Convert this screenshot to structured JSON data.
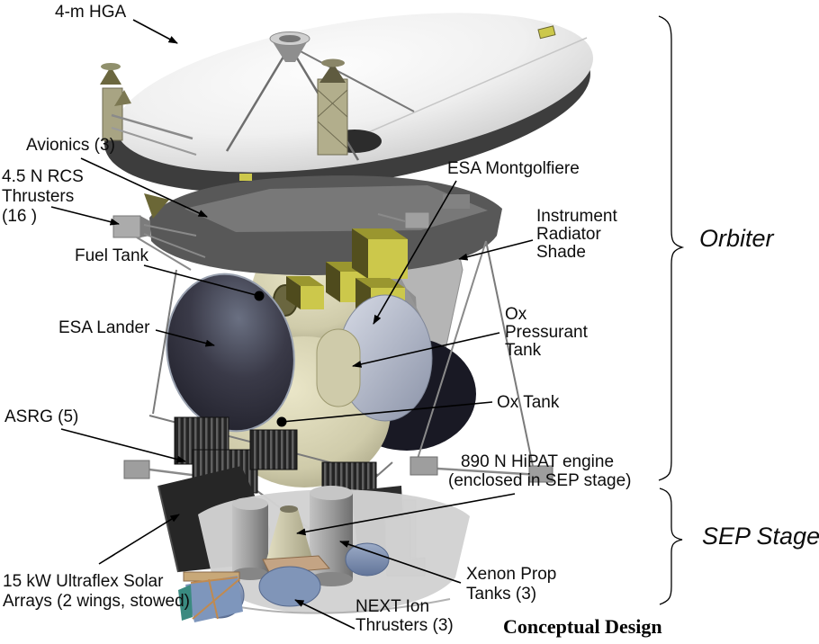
{
  "diagram": {
    "caption": "Conceptual Design",
    "groups": {
      "orbiter": "Orbiter",
      "sep_stage": "SEP Stage"
    },
    "labels": {
      "hga": "4-m HGA",
      "avionics": "Avionics (3)",
      "rcs": {
        "l1": "4.5 N RCS",
        "l2": "Thrusters",
        "l3": "(16 )"
      },
      "fuel_tank": "Fuel Tank",
      "esa_lander": "ESA Lander",
      "asrg": "ASRG (5)",
      "solar": {
        "l1": "15 kW Ultraflex Solar",
        "l2": "Arrays (2 wings, stowed)"
      },
      "montgolfiere": "ESA Montgolfiere",
      "radiator": {
        "l1": "Instrument",
        "l2": "Radiator",
        "l3": "Shade"
      },
      "ox_pressurant": {
        "l1": "Ox",
        "l2": "Pressurant",
        "l3": "Tank"
      },
      "ox_tank": "Ox Tank",
      "hipat": {
        "l1": "890 N HiPAT engine",
        "l2": "(enclosed in SEP stage)"
      },
      "xenon": {
        "l1": "Xenon Prop",
        "l2": "Tanks (3)"
      },
      "next_ion": {
        "l1": "NEXT Ion",
        "l2": "Thrusters (3)"
      }
    },
    "colors": {
      "background": "#ffffff",
      "label_text": "#0d0d0d",
      "dish_light": "#f2f2f2",
      "structure_gray": "#585858",
      "tank_tan": "#cfcbaa",
      "instrument_yellow": "#ccc84b",
      "lander_dark": "#23232e",
      "aeroshell_navy": "#191924",
      "thruster_blue": "#8095b8",
      "sep_skirt": "#d2d2d2"
    }
  }
}
